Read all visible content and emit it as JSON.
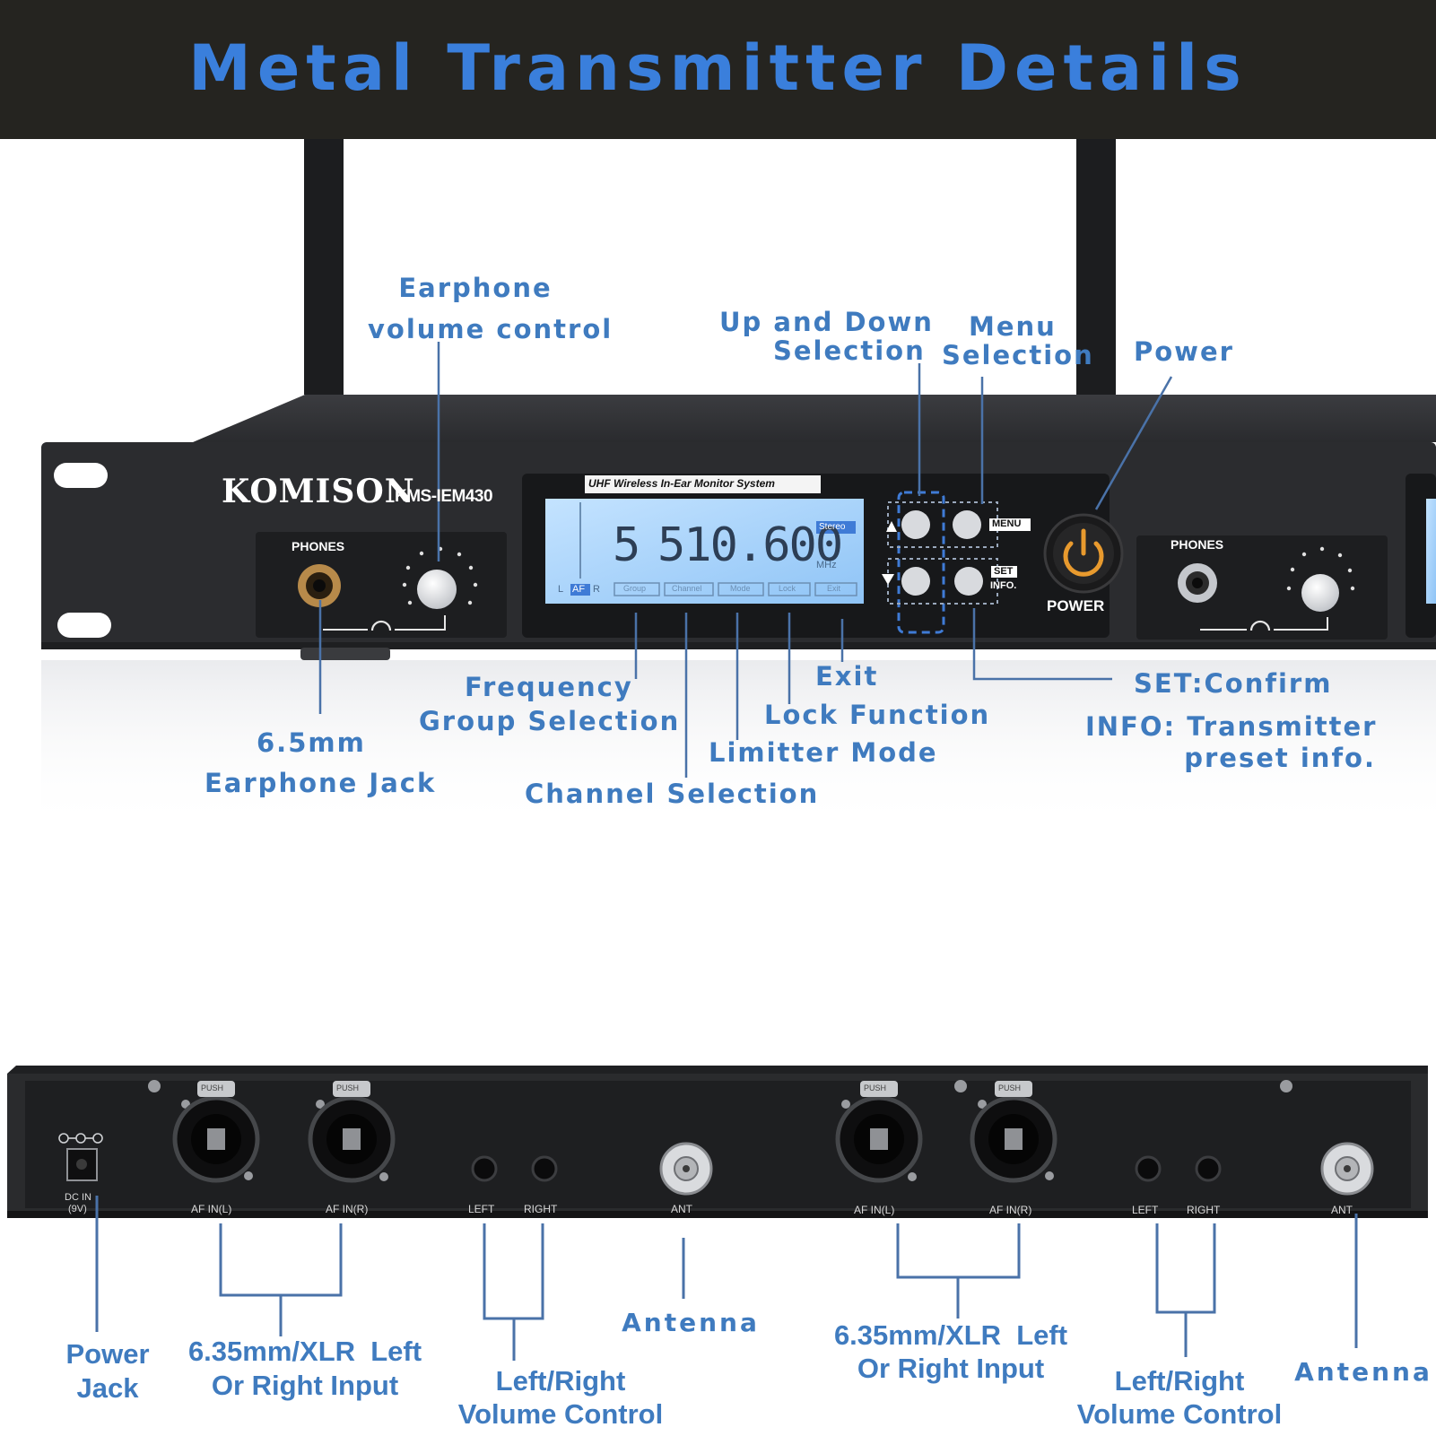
{
  "header": {
    "title": "Metal Transmitter Details"
  },
  "device": {
    "brand": "KOMISON",
    "model": "KMS-IEM430",
    "lcd_caption": "UHF Wireless In-Ear Monitor System",
    "lcd_frequency": "510.600",
    "lcd_channel_digit": "5",
    "lcd_unit": "MHz",
    "lcd_badge": "Stereo",
    "lcd_indicators": [
      "L",
      "AF",
      "R"
    ],
    "lcd_menu": [
      "Group",
      "Channel",
      "Mode",
      "Lock",
      "Exit"
    ],
    "phones_label": "PHONES",
    "menu_label": "MENU",
    "set_label": "SET",
    "info_label": "INFO.",
    "power_label": "POWER"
  },
  "front_callouts": {
    "earphone_volume": [
      "Earphone",
      "volume control"
    ],
    "up_down": [
      "Up and Down",
      "Selection"
    ],
    "menu_selection": [
      "Menu",
      "Selection"
    ],
    "power": "Power",
    "frequency_group": [
      "Frequency",
      "Group Selection"
    ],
    "exit": "Exit",
    "lock_function": "Lock Function",
    "limiter_mode": "Limitter Mode",
    "channel_selection": "Channel Selection",
    "earphone_jack": [
      "6.5mm",
      "Earphone Jack"
    ],
    "set_confirm": "SET:Confirm",
    "info": [
      "INFO: Transmitter",
      "preset info."
    ]
  },
  "rear_panel": {
    "dc_in": [
      "DC IN",
      "(9V)"
    ],
    "af_in_l": "AF IN(L)",
    "af_in_r": "AF IN(R)",
    "left": "LEFT",
    "right": "RIGHT",
    "ant": "ANT",
    "push": "PUSH"
  },
  "rear_callouts": {
    "power_jack": [
      "Power",
      "Jack"
    ],
    "xlr_input": [
      "6.35mm/XLR  Left",
      "Or Right Input"
    ],
    "volume_control": [
      "Left/Right",
      "Volume Control"
    ],
    "antenna": "Antenna"
  },
  "colors": {
    "accent": "#3a7fdc",
    "label": "#3f7bbf",
    "header_bg": "#252420",
    "lcd": "#a9d3ff",
    "chassis": "#2b2c2f"
  }
}
